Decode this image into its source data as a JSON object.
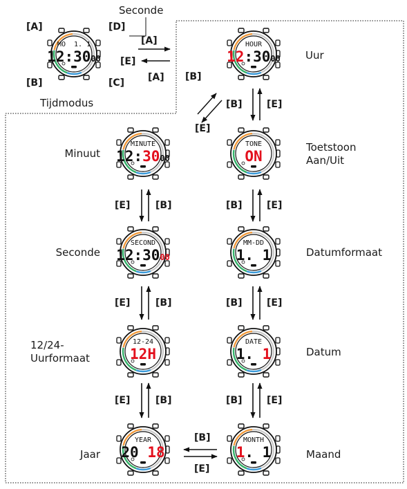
{
  "colors": {
    "highlight": "#e3101d",
    "outline": "#111111",
    "ring_orange": "#f39a3a",
    "ring_green": "#35b46b",
    "ring_blue": "#3a9ad9",
    "ring_gray": "#c9c9c9"
  },
  "labels": {
    "seconde_top": "Seconde",
    "tijdmodus": "Tijdmodus",
    "uur": "Uur",
    "toetstoon_line1": "Toetstoon",
    "toetstoon_line2": "Aan/Uit",
    "datumformaat": "Datumformaat",
    "datum": "Datum",
    "maand": "Maand",
    "minuut": "Minuut",
    "seconde": "Seconde",
    "uurformaat_line1": "12/24-",
    "uurformaat_line2": "Uurformaat",
    "jaar": "Jaar"
  },
  "keys": {
    "A": "[A]",
    "B": "[B]",
    "C": "[C]",
    "D": "[D]",
    "E": "[E]"
  },
  "watches": {
    "time": {
      "top": "MO  1. 1",
      "main": "12:30",
      "small": "00",
      "hl": "none"
    },
    "uur": {
      "top": "HOUR",
      "main": "12:30",
      "small": "00",
      "hl": "hours"
    },
    "tone": {
      "top": "TONE",
      "main": "ON",
      "small": "",
      "hl": "all"
    },
    "datefmt": {
      "top": "MM-DD",
      "main": "1. 1",
      "small": "",
      "hl": "top"
    },
    "date": {
      "top": "DATE",
      "main": "1. 1",
      "small": "",
      "hl": "last"
    },
    "month": {
      "top": "MONTH",
      "main": "1. 1",
      "small": "",
      "hl": "first"
    },
    "minute": {
      "top": "MINUTE",
      "main": "12:30",
      "small": "00",
      "hl": "minutes"
    },
    "second": {
      "top": "SECOND",
      "main": "12:30",
      "small": "00",
      "hl": "small"
    },
    "hrfmt": {
      "top": "12-24",
      "main": "12H",
      "small": "",
      "hl": "all"
    },
    "year": {
      "top": "YEAR",
      "main": "20 18",
      "small": "",
      "hl": "last2"
    }
  }
}
